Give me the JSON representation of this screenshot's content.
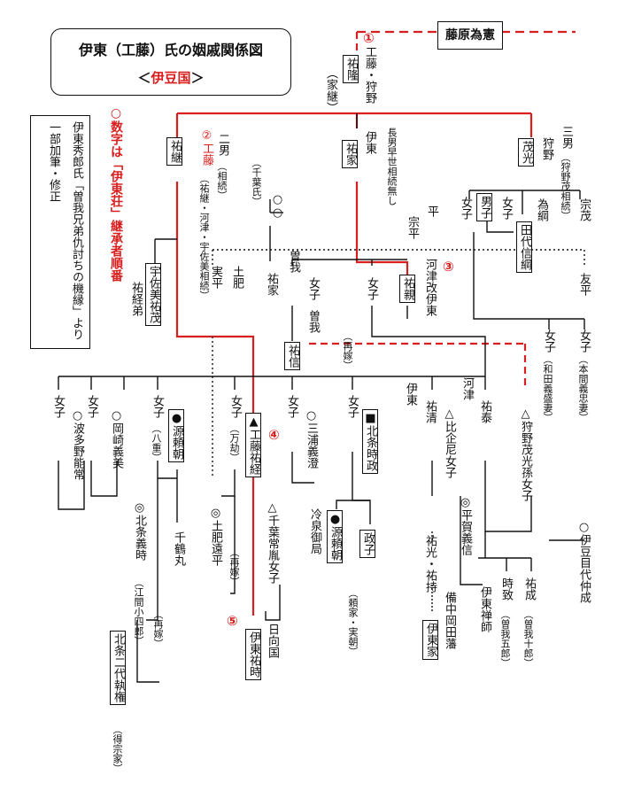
{
  "title": "伊東（工藤）氏の姻戚関係図",
  "subtitle_pre": "＜",
  "subtitle": "伊豆国",
  "subtitle_post": "＞",
  "ancestor": "藤原為憲",
  "source_note": [
    "伊東秀郎氏「曽我兄弟仇討ちの機縁」より",
    "一部加筆・修正"
  ],
  "legend": "○数字は「伊東荘」継承者順番",
  "colors": {
    "red": "#d81e1e",
    "line": "#111111"
  },
  "succession_numbers": [
    "①",
    "②",
    "③",
    "④",
    "⑤"
  ],
  "people": {
    "sukekata_pre": "工藤・狩野",
    "sukekata": "祐隆",
    "sukekata_alt": "（家継）",
    "suketsugu_pre": "②工藤",
    "suketsugu_note": "（祐継・河津・宇佐美相続）",
    "suketsugu": "祐継",
    "nidan": "二男",
    "nidan_note": "（相続）",
    "chiba": "（千葉氏）",
    "maru": "○○",
    "suketsugu2": "伊東",
    "sukeie": "祐家",
    "chonan": "長男早世相続無し",
    "shigemitsu_pre": "狩野",
    "shigemitsu": "茂光",
    "sannan": "三男",
    "sannan_note": "（狩野茂相続）",
    "munemochi": "宗茂",
    "tamezuna": "為綱",
    "danshi": "男子",
    "joshi": "女子",
    "taira": "平",
    "munehira": "宗平",
    "tashiro": "田代信綱",
    "tomohira": "友平",
    "usami": "宇佐美祐茂",
    "sukekei_otouto": "祐経弟",
    "dohi": "土肥",
    "sanehira": "実平",
    "soga": "曽我",
    "sukeie2": "祐家",
    "sukechika_pre": "河津改伊東",
    "sukechika": "祐親",
    "sukenobu_pre": "曽我",
    "sukenobu": "祐信",
    "saika": "（再嫁）",
    "wada": "（和田義盛妻）",
    "honma": "（本間義忠妻）",
    "hatano": "○波多野能常",
    "okazaki": "○岡崎義美",
    "hachiju": "（八重）",
    "yoritomo": "●源頼朝",
    "senzuru": "千鶴丸",
    "manko": "（万劫）",
    "kudo_suketsune": "▲工藤祐経",
    "miura": "○三浦義澄",
    "hojo_tokimasa": "■北条時政",
    "ito": "伊東",
    "sukekiyo": "祐清",
    "hiki": "△比企尼女子",
    "kawazu": "河津",
    "sukeyasu": "祐泰",
    "kano_magome": "△狩野茂光孫女子",
    "hojo_yoshitoki": "◎北条義時",
    "ema": "（江間小四郎）",
    "hojo_shikken": "北条二代執権",
    "tokumune": "（得宗家）",
    "dohi_toohira": "◎土肥遠平",
    "chiba_tsunetane": "△千葉常胤女子",
    "reizei": "冷泉御局",
    "hyuga": "日向国",
    "ito_suketoki": "伊東祐時",
    "minamoto_yoritomo2": "●源頼朝",
    "masako": "政子",
    "yoriie": "（頼家・実朝）",
    "sukemitsu": "祐光・祐持",
    "ito_ie": "伊東家",
    "bicchu": "備中岡田藩",
    "hiraga": "◎平賀義信",
    "tokimune": "時致",
    "sukenari": "祐成",
    "ito_zenshi": "伊東禅師",
    "soga5": "（曽我五郎）",
    "soga10": "（曽我十郎）",
    "izumokudai": "○伊豆目代仲成"
  }
}
